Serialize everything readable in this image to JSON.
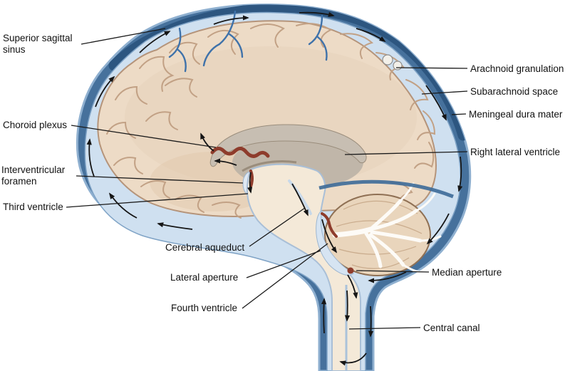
{
  "diagram": {
    "name": "Cerebrospinal fluid circulation (sagittal brain section)",
    "labels": [
      {
        "id": "superior-sagittal-sinus",
        "text": "Superior sagittal\nsinus"
      },
      {
        "id": "choroid-plexus",
        "text": "Choroid plexus"
      },
      {
        "id": "interventricular-foramen",
        "text": "Interventricular\nforamen"
      },
      {
        "id": "third-ventricle",
        "text": "Third ventricle"
      },
      {
        "id": "cerebral-aqueduct",
        "text": "Cerebral aqueduct"
      },
      {
        "id": "lateral-aperture",
        "text": "Lateral aperture"
      },
      {
        "id": "fourth-ventricle",
        "text": "Fourth ventricle"
      },
      {
        "id": "arachnoid-granulation",
        "text": "Arachnoid granulation"
      },
      {
        "id": "subarachnoid-space",
        "text": "Subarachnoid space"
      },
      {
        "id": "meningeal-dura-mater",
        "text": "Meningeal dura mater"
      },
      {
        "id": "right-lateral-ventricle",
        "text": "Right lateral ventricle"
      },
      {
        "id": "median-aperture",
        "text": "Median aperture"
      },
      {
        "id": "central-canal",
        "text": "Central canal"
      }
    ],
    "colors": {
      "dura_blue": "#46719c",
      "sinus_dark_blue": "#2d5680",
      "subarachnoid_blue": "#cfe0f0",
      "brain_beige": "#eddbc6",
      "gyri_line": "#c2a185",
      "ventricle_gray": "#b9b0a4",
      "choroid_red": "#8e3c2c",
      "cerebellum_tan": "#e9d5bc",
      "arbor_white": "#fdfbf7",
      "arrow_black": "#151515",
      "vein_blue": "#3f72aa"
    }
  }
}
